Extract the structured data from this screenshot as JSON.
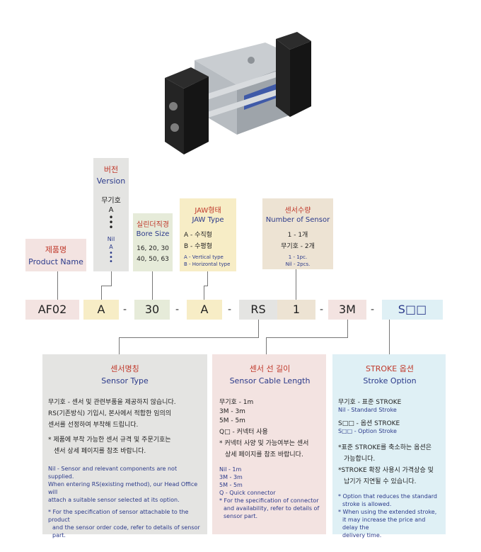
{
  "image": {
    "alt": "AF02 gripper product photo"
  },
  "version": {
    "title_kr": "버전",
    "title_en": "Version",
    "item1": "무기호",
    "item2": "A",
    "nil": "Nil",
    "nil_a": "A"
  },
  "product_name": {
    "title_kr": "제품명",
    "title_en": "Product Name"
  },
  "bore_size": {
    "title_kr": "실린더직경",
    "title_en": "Bore Size",
    "row1": "16, 20, 30",
    "row2": "40, 50, 63"
  },
  "jaw_type": {
    "title_kr": "JAW형태",
    "title_en": "JAW Type",
    "item1": "A - 수직형",
    "item2": "B - 수평형",
    "item1_en": "A - Vertical type",
    "item2_en": "B - Horizontal type"
  },
  "num_sensor": {
    "title_kr": "센서수량",
    "title_en": "Number of Sensor",
    "item1": "1 - 1개",
    "item2": "무기호 - 2개",
    "item1_en": "1 - 1pc.",
    "item2_en": "Nil - 2pcs."
  },
  "code": {
    "seg1": "AF02",
    "seg2": "A",
    "seg3": "30",
    "seg4": "A",
    "seg5": "RS",
    "seg6": "1",
    "seg7": "3M",
    "seg8": "S□□",
    "dash": "-"
  },
  "sensor_type": {
    "title_kr": "센서명칭",
    "title_en": "Sensor Type",
    "kr1": "무기호 - 센서 및 관련부품을 제공하지 않습니다.",
    "kr2": "RS(기존방식) 기입시, 본사에서 적합한 임의의",
    "kr3": "센서를 선정하여 부착해 드립니다.",
    "kr4": "* 제품에 부착 가능한 센서 규격 및 주문기호는",
    "kr5": "센서 상세 페이지를 참조 바랍니다.",
    "en1": "Nil - Sensor and relevant components are not supplied.",
    "en2": "When entering RS(existing method), our Head Office will",
    "en3": "attach a suitable sensor selected at its option.",
    "en4": "* For the specification of sensor attachable to the product",
    "en5": "and the sensor order code, refer to details of sensor part."
  },
  "cable_length": {
    "title_kr": "센서 선 길이",
    "title_en": "Sensor Cable Length",
    "kr1": "무기호 - 1m",
    "kr2": "3M - 3m",
    "kr3": "5M - 5m",
    "kr4": "Q□ - 커넥터 사용",
    "kr5": "* 커넥터 사양 및 가능여부는 센서",
    "kr6": "상세 페이지를 참조 바랍니다.",
    "en1": "Nil - 1m",
    "en2": "3M - 3m",
    "en3": "5M - 5m",
    "en4": "Q - Quick connector",
    "en5": "* For the specification of connector",
    "en6": "and availability, refer to details of",
    "en7": "sensor part."
  },
  "stroke": {
    "title_kr": "STROKE 옵션",
    "title_en": "Stroke Option",
    "kr1": "무기호 - 표준 STROKE",
    "en1": "Nil - Standard Stroke",
    "kr2": "S□□ - 옵션 STROKE",
    "en2": "S□□ - Option Stroke",
    "kr3": "*표준 STROKE를 축소하는 옵션은",
    "kr4": "가능합니다.",
    "kr5": "*STROKE 확장 사용시 가격상승 및",
    "kr6": "납기가 지연될 수 있습니다.",
    "en3": "* Option that reduces the standard",
    "en4": "stroke is allowed.",
    "en5": "* When using the extended stroke,",
    "en6": "it may increase the price and delay the",
    "en7": "delivery time."
  },
  "colors": {
    "gray_box": "#e4e4e2",
    "pink_box": "#f3e3e1",
    "green_box": "#e6ebd9",
    "yellow_box": "#f7edc6",
    "tan_box": "#ede3d3",
    "blue_box": "#dff0f5",
    "title_red": "#c0392b",
    "navy": "#2b3a8a"
  }
}
